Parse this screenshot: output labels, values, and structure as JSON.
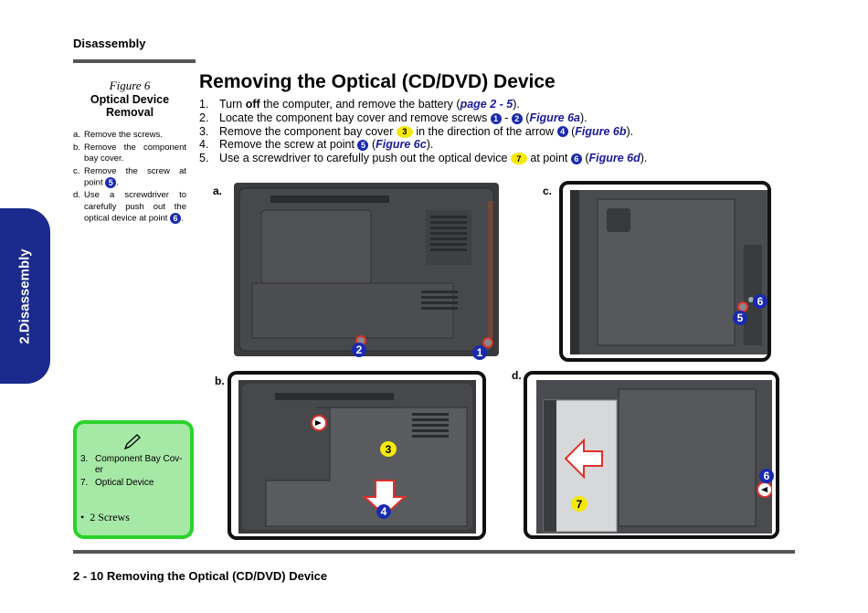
{
  "header": {
    "section": "Disassembly"
  },
  "side_tab": {
    "label": "2.Disassembly"
  },
  "figure": {
    "number": "Figure 6",
    "title_line1": "Optical Device",
    "title_line2": "Removal",
    "items": [
      {
        "letter": "a.",
        "text": "Remove the screws."
      },
      {
        "letter": "b.",
        "text": "Remove the component bay cover."
      },
      {
        "letter": "c.",
        "text": "Remove the screw at point",
        "badge": "5"
      },
      {
        "letter": "d.",
        "text": "Use a screwdriver to carefully push out the optical device at point",
        "badge": "6"
      }
    ]
  },
  "page_title": "Removing the Optical (CD/DVD) Device",
  "steps": [
    {
      "n": "1.",
      "t1": "Turn ",
      "bold": "off",
      "t2": " the computer, and remove the battery (",
      "ref": "page 2 - 5",
      "t3": ")."
    },
    {
      "n": "2.",
      "t1": "Locate the component bay cover and remove screws ",
      "b1": "1",
      "mid": " - ",
      "b2": "2",
      "t2": " (",
      "ref": "Figure 6a",
      "t3": ")."
    },
    {
      "n": "3.",
      "t1": "Remove the component bay cover ",
      "y": "3",
      "t2": " in the direction of the arrow ",
      "b1": "4",
      "t3": " (",
      "ref": "Figure 6b",
      "t4": ")."
    },
    {
      "n": "4.",
      "t1": "Remove the screw at point ",
      "b1": "5",
      "t2": " (",
      "ref": "Figure 6c",
      "t3": ")."
    },
    {
      "n": "5.",
      "t1": "Use a screwdriver to carefully push out the optical device ",
      "y": "7",
      "t2": " at point ",
      "b1": "6",
      "t3": " (",
      "ref": "Figure 6d",
      "t4": ")."
    }
  ],
  "photos": {
    "a": {
      "label": "a.",
      "markers": [
        "1",
        "2"
      ]
    },
    "b": {
      "label": "b.",
      "markers": [
        "3",
        "4"
      ]
    },
    "c": {
      "label": "c.",
      "markers": [
        "5",
        "6"
      ]
    },
    "d": {
      "label": "d.",
      "markers": [
        "6",
        "7"
      ]
    }
  },
  "note_box": {
    "icon": "pencil-icon",
    "items": [
      {
        "n": "3.",
        "text": "Component Bay Cov-er"
      },
      {
        "n": "7.",
        "text": "Optical Device"
      }
    ],
    "bullet": "•",
    "screws": "2 Screws"
  },
  "footer": {
    "text": "2 - 10  Removing the Optical (CD/DVD) Device"
  },
  "colors": {
    "tab_blue": "#1a2a8c",
    "marker_blue": "#1a2ab0",
    "marker_yellow": "#f5e80a",
    "note_green": "#2ad22a"
  }
}
